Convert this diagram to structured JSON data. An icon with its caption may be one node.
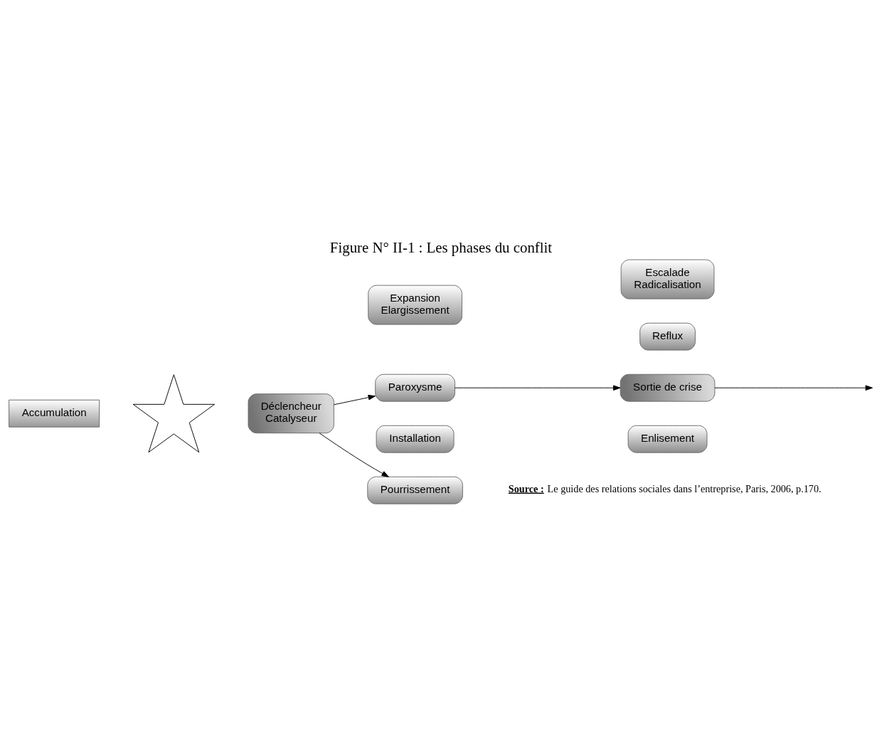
{
  "diagram": {
    "title": "Figure N° II-1 : Les phases du conflit",
    "caption": "**Source :** Le guide des relations sociales dans l’entreprise, Paris, 2006, p.170.",
    "nodes": [
      {
        "text": [
          "Accumulation"
        ]
      },
      {
        "text": [],
        "shape": "star"
      },
      {
        "text": [
          "Déclencheur",
          "Catalyseur"
        ]
      },
      {
        "text": [
          "Expansion",
          "Elargissement"
        ]
      },
      {
        "text": [
          "Escalade",
          "Radicalisation"
        ]
      },
      {
        "text": [
          "Paroxysme"
        ]
      },
      {
        "text": [
          "Reflux"
        ]
      },
      {
        "text": [
          "Sortie de crise"
        ]
      },
      {
        "text": [
          "Installation"
        ]
      },
      {
        "text": [
          "Enlisement"
        ]
      },
      {
        "text": [
          "Pourrissement"
        ]
      }
    ],
    "edges": [
      {
        "from": 2,
        "to": 5,
        "arrow": "to"
      },
      {
        "from": 5,
        "to": 7,
        "arrow": "to"
      },
      {
        "from": 7,
        "to": null,
        "arrow": "to"
      },
      {
        "from": 2,
        "to": 10,
        "arrow": "to"
      }
    ]
  }
}
